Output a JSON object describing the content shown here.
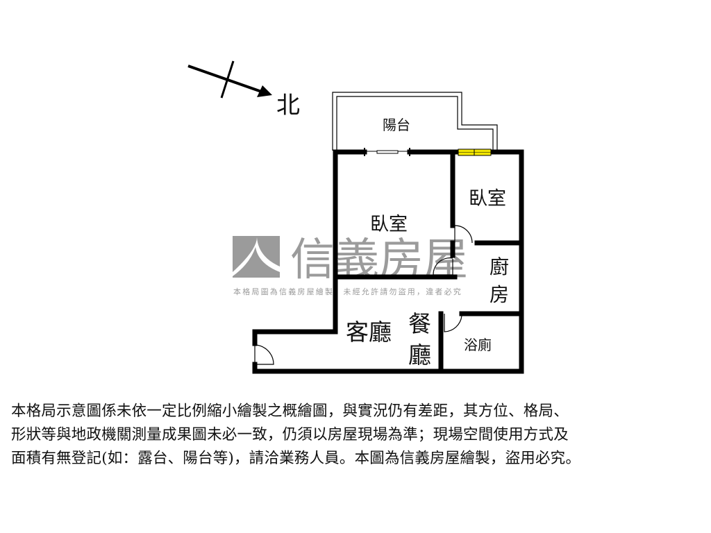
{
  "compass": {
    "label": "北"
  },
  "rooms": {
    "balcony": "陽台",
    "bedroom_large": "臥室",
    "bedroom_small": "臥室",
    "kitchen_1": "廚",
    "kitchen_2": "房",
    "living": "客廳",
    "dining_1": "餐",
    "dining_2": "廳",
    "bathroom": "浴廁"
  },
  "watermark": {
    "brand": "信義房屋",
    "notice": "本格局圖為信義房屋繪製，未經允許請勿盜用，違者必究",
    "color": "#8a8a8a"
  },
  "colors": {
    "wall": "#000000",
    "window": "#f2e600"
  },
  "disclaimer": [
    "本格局示意圖係未依一定比例縮小繪製之概繪圖，與實況仍有差距，其方位、格局、",
    "形狀等與地政機關測量成果圖未必一致，仍須以房屋現場為準；現場空間使用方式及",
    "面積有無登記(如：露台、陽台等)，請洽業務人員。本圖為信義房屋繪製，盜用必究。"
  ]
}
